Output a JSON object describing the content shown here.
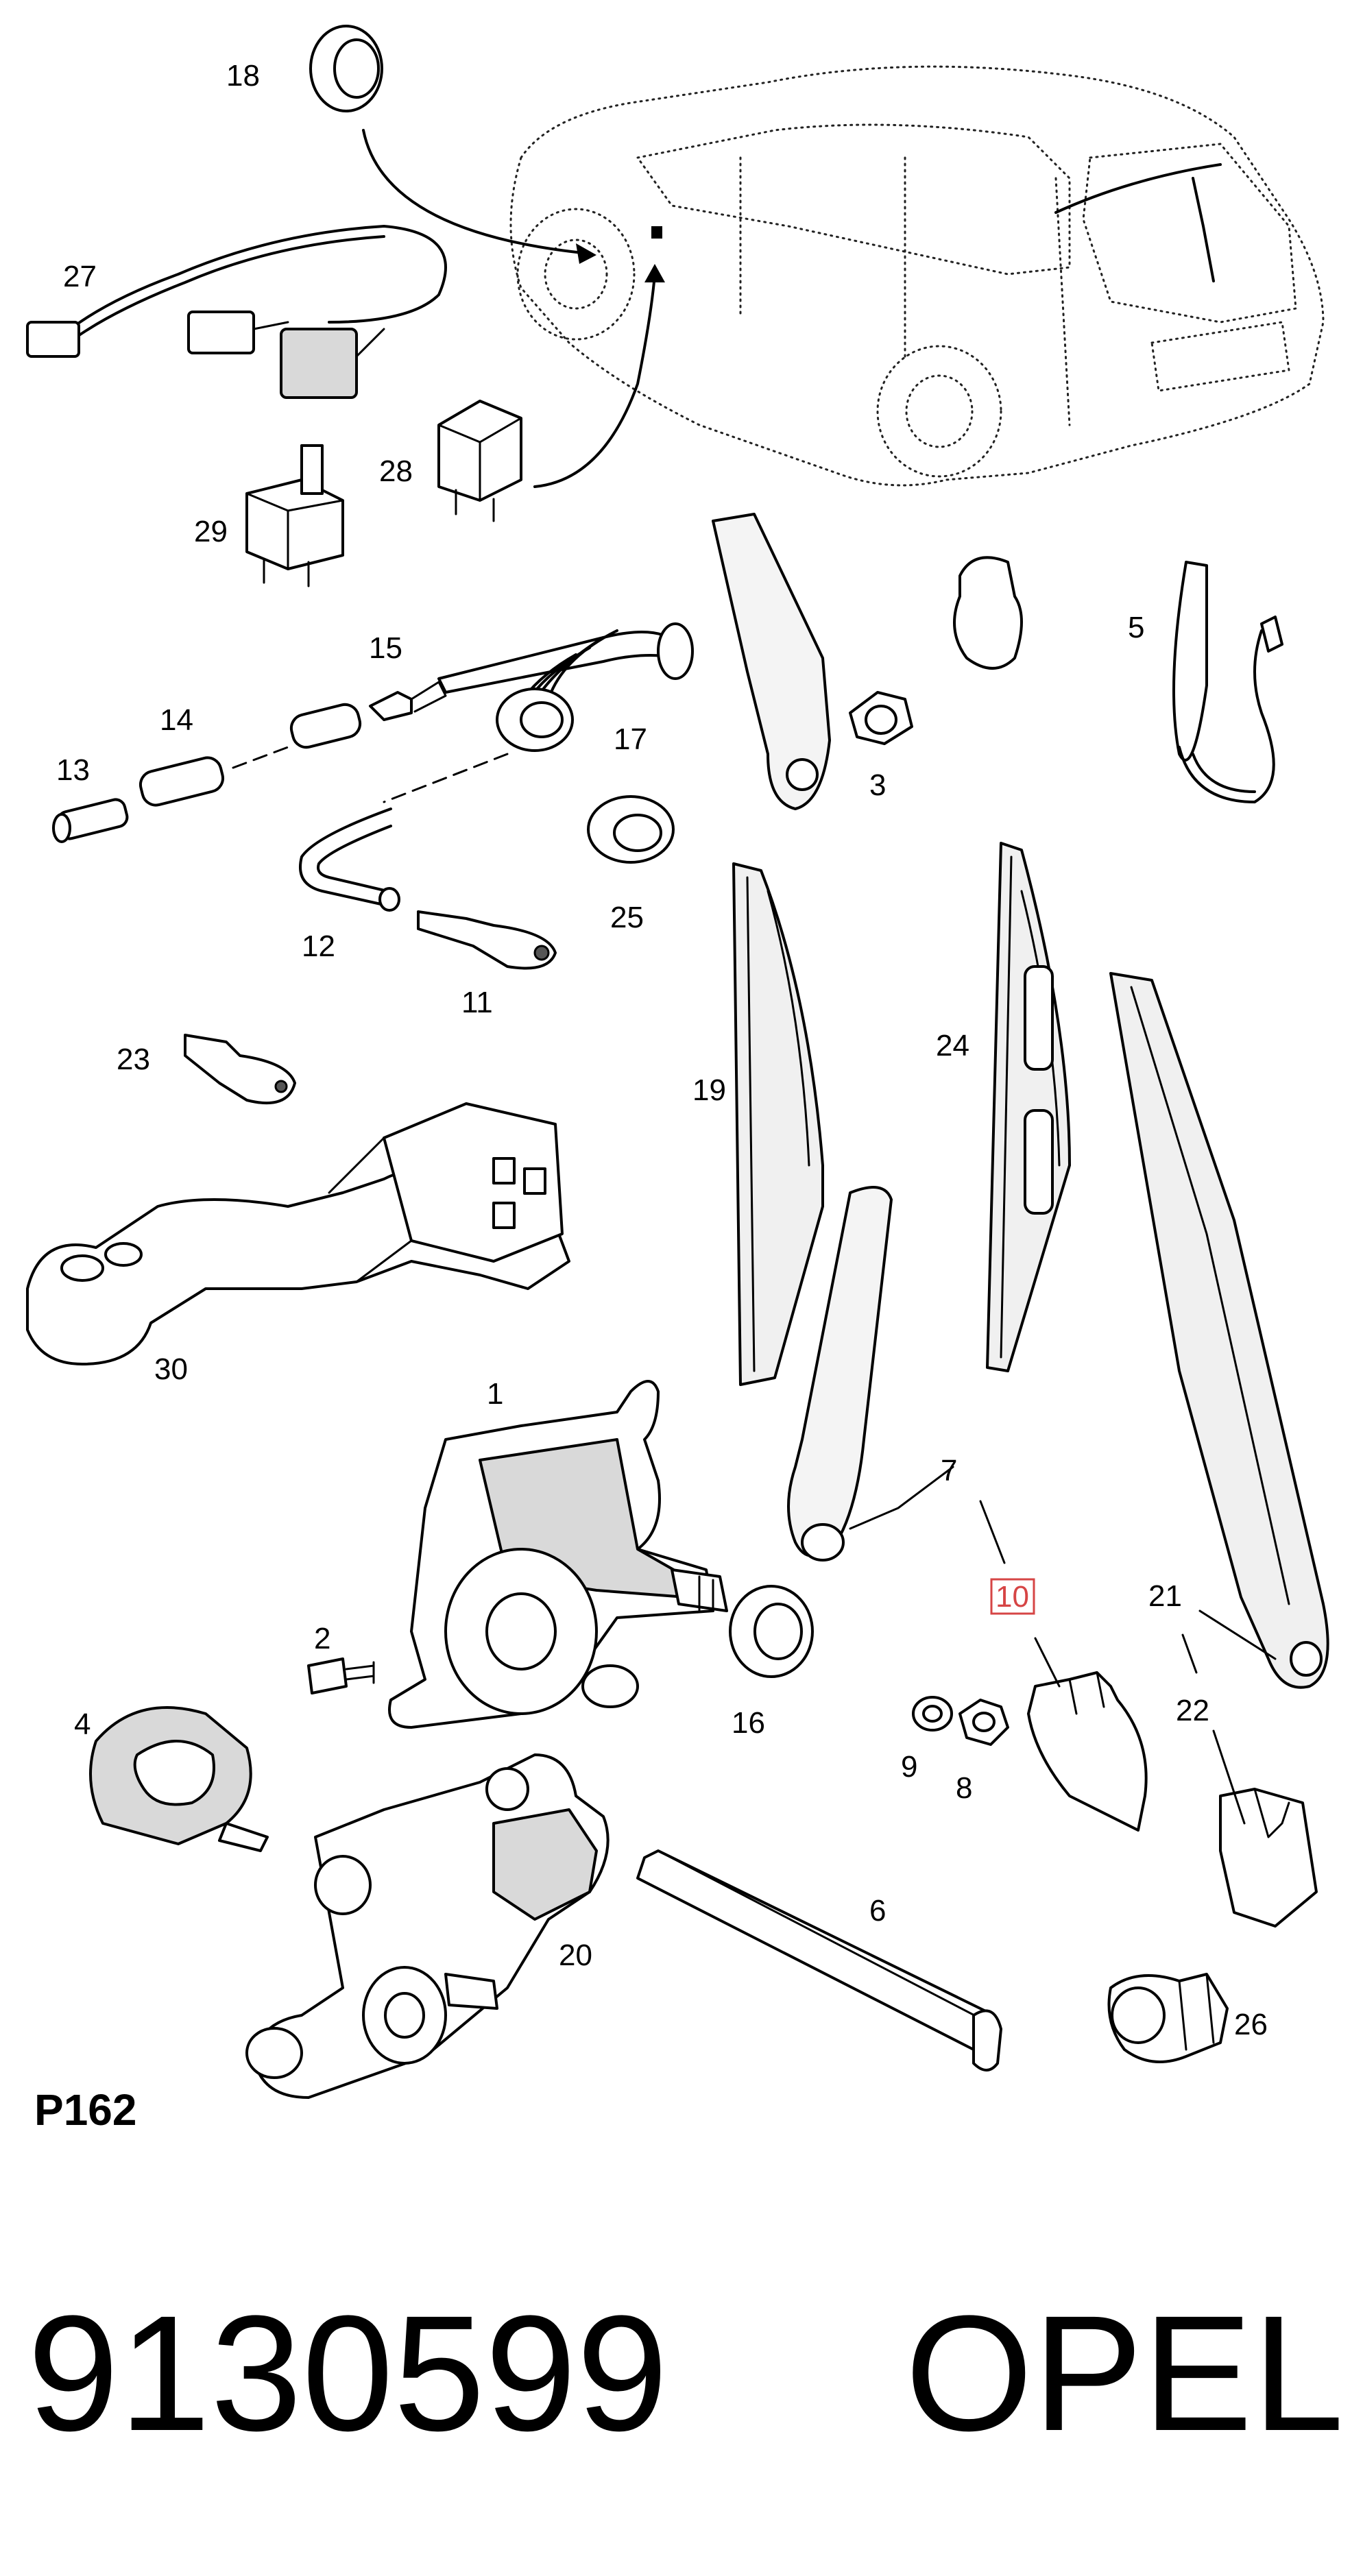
{
  "diagram": {
    "callouts": [
      {
        "id": "18",
        "text": "18"
      },
      {
        "id": "27",
        "text": "27"
      },
      {
        "id": "28",
        "text": "28"
      },
      {
        "id": "29",
        "text": "29"
      },
      {
        "id": "15",
        "text": "15"
      },
      {
        "id": "14",
        "text": "14"
      },
      {
        "id": "13",
        "text": "13"
      },
      {
        "id": "17",
        "text": "17"
      },
      {
        "id": "12",
        "text": "12"
      },
      {
        "id": "11",
        "text": "11"
      },
      {
        "id": "25",
        "text": "25"
      },
      {
        "id": "3",
        "text": "3"
      },
      {
        "id": "5",
        "text": "5"
      },
      {
        "id": "23",
        "text": "23"
      },
      {
        "id": "19",
        "text": "19"
      },
      {
        "id": "24",
        "text": "24"
      },
      {
        "id": "30",
        "text": "30"
      },
      {
        "id": "1",
        "text": "1"
      },
      {
        "id": "7",
        "text": "7"
      },
      {
        "id": "10",
        "text": "10",
        "highlighted": true
      },
      {
        "id": "21",
        "text": "21"
      },
      {
        "id": "22",
        "text": "22"
      },
      {
        "id": "2",
        "text": "2"
      },
      {
        "id": "16",
        "text": "16"
      },
      {
        "id": "4",
        "text": "4"
      },
      {
        "id": "9",
        "text": "9"
      },
      {
        "id": "8",
        "text": "8"
      },
      {
        "id": "20",
        "text": "20"
      },
      {
        "id": "6",
        "text": "6"
      },
      {
        "id": "26",
        "text": "26"
      }
    ],
    "figure_code": "P162",
    "highlight_color": "#d64545"
  },
  "footer": {
    "part_number": "9130599",
    "brand": "OPEL"
  }
}
